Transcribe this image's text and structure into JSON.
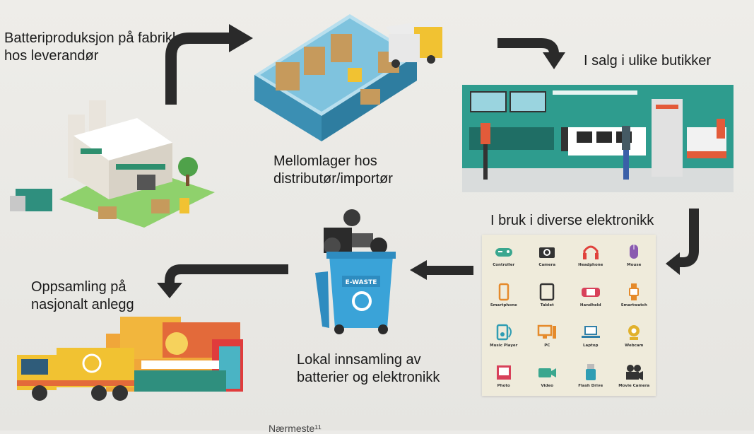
{
  "steps": {
    "production": "Batteriproduksjon på fabrikk hos leverandør",
    "distributor": "Mellomlager hos distributør/importør",
    "sales": "I salg i ulike butikker",
    "in_use": "I bruk i diverse elektronikk",
    "local_collection": "Lokal innsamling av batterier og elektronikk",
    "national_collection": "Oppsamling på nasjonalt anlegg"
  },
  "bin_label": "E-WASTE",
  "devices": [
    {
      "label": "Controller",
      "icon": "gamepad-icon",
      "color": "#3aa78f"
    },
    {
      "label": "Camera",
      "icon": "camera-icon",
      "color": "#333333"
    },
    {
      "label": "Headphone",
      "icon": "headphone-icon",
      "color": "#e0423c"
    },
    {
      "label": "Mouse",
      "icon": "mouse-icon",
      "color": "#8a5ab0"
    },
    {
      "label": "Smartphone",
      "icon": "smartphone-icon",
      "color": "#e58a2b"
    },
    {
      "label": "Tablet",
      "icon": "tablet-icon",
      "color": "#333333"
    },
    {
      "label": "Handheld",
      "icon": "handheld-icon",
      "color": "#d8415a"
    },
    {
      "label": "Smartwatch",
      "icon": "smartwatch-icon",
      "color": "#e58a2b"
    },
    {
      "label": "Music Player",
      "icon": "music-player-icon",
      "color": "#2f9db3"
    },
    {
      "label": "PC",
      "icon": "pc-icon",
      "color": "#e58a2b"
    },
    {
      "label": "Laptop",
      "icon": "laptop-icon",
      "color": "#2f7fa8"
    },
    {
      "label": "Webcam",
      "icon": "webcam-icon",
      "color": "#e1b12c"
    },
    {
      "label": "Photo",
      "icon": "photo-icon",
      "color": "#d8415a"
    },
    {
      "label": "Video",
      "icon": "video-icon",
      "color": "#3aa78f"
    },
    {
      "label": "Flash Drive",
      "icon": "flash-drive-icon",
      "color": "#2f9db3"
    },
    {
      "label": "Movie Camera",
      "icon": "movie-camera-icon",
      "color": "#333333"
    }
  ],
  "footer": "Nærmeste¹¹",
  "colors": {
    "arrow": "#2a2a2a",
    "bin": "#3aa3d8",
    "truck": "#f1c232",
    "store": "#2e9c8e",
    "warehouse": "#3b8fb3"
  }
}
